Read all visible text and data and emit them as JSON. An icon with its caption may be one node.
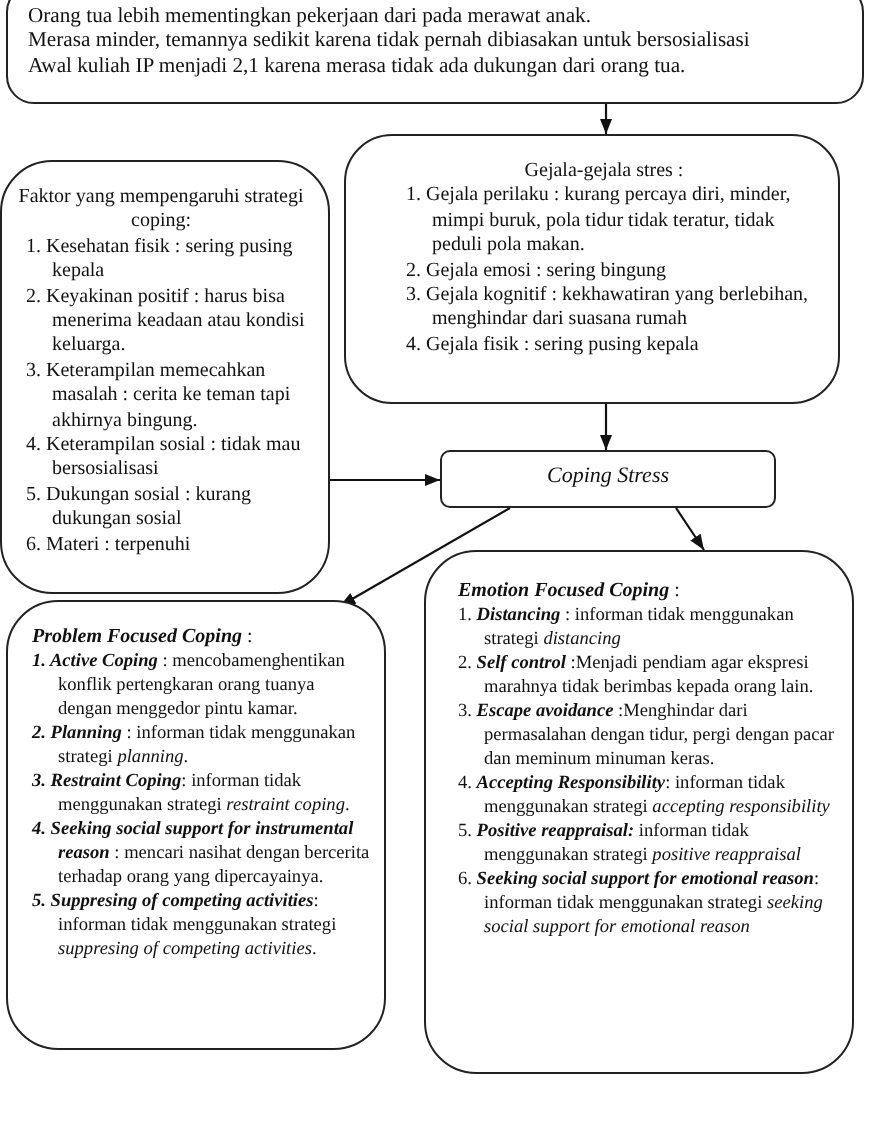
{
  "diagram": {
    "nodes": [
      {
        "text": [
          "Orang tua lebih mementingkan pekerjaan dari pada merawat anak.",
          "Merasa minder, temannya sedikit karena tidak pernah dibiasakan untuk bersosialisasi",
          "Awal kuliah IP menjadi 2,1 karena merasa tidak ada dukungan dari orang tua."
        ]
      },
      {
        "text": [
          "Gejala-gejala stres :",
          "1. Gejala perilaku : kurang percaya diri, minder, mimpi buruk, pola tidur tidak teratur, tidak peduli pola makan.",
          "2. Gejala emosi : sering bingung",
          "3. Gejala kognitif : kekhawatiran yang berlebihan, menghindar dari suasana rumah",
          "4. Gejala fisik : sering pusing kepala"
        ]
      },
      {
        "text": [
          "Faktor yang mempengaruhi strategi coping:",
          "1. Kesehatan fisik : sering pusing kepala",
          "2. Keyakinan positif : harus bisa menerima keadaan atau kondisi keluarga.",
          "3. Keterampilan memecahkan masalah : cerita ke teman tapi akhirnya bingung.",
          "4. Keterampilan sosial : tidak mau bersosialisasi",
          "5. Dukungan sosial : kurang dukungan sosial",
          "6. Materi : terpenuhi"
        ]
      },
      {
        "text": [
          "Coping Stress"
        ]
      },
      {
        "text": [
          "**Emotion Focused Coping** :",
          "1. **Distancing** : informan tidak menggunakan strategi *distancing*",
          "2. **Self control** :Menjadi pendiam agar ekspresi marahnya tidak berimbas kepada orang lain.",
          "3. **Escape avoidance** :Menghindar dari permasalahan dengan tidur, pergi dengan pacar dan meminum minuman keras.",
          "4. **Accepting Responsibility**: informan tidak menggunakan strategi *accepting responsibility*",
          "5. **Positive reappraisal:** informan tidak menggunakan strategi *positive reappraisal*",
          "6. **Seeking social support for emotional reason**: informan tidak menggunakan strategi *seeking social support for emotional reason*"
        ]
      },
      {
        "text": [
          "**Problem Focused Coping** :",
          "**1. Active Coping** : mencobamenghentikan konflik pertengkaran orang tuanya dengan menggedor pintu kamar.",
          "**2. Planning** : informan tidak menggunakan strategi *planning*.",
          "**3. Restraint Coping**: informan tidak menggunakan strategi *restraint coping*.",
          "**4. Seeking social support for instrumental reason** : mencari nasihat dengan bercerita terhadap orang yang dipercayainya.",
          "**5. Suppresing of competing activities**: informan tidak menggunakan strategi *suppresing of competing activities*."
        ]
      }
    ],
    "edges": [
      {
        "from": 0,
        "to": 1,
        "arrow": "to"
      },
      {
        "from": 1,
        "to": 3,
        "arrow": "to"
      },
      {
        "from": 2,
        "to": 3,
        "arrow": "to"
      },
      {
        "from": 3,
        "to": 5,
        "arrow": "to"
      },
      {
        "from": 3,
        "to": 4,
        "arrow": "to"
      }
    ]
  }
}
